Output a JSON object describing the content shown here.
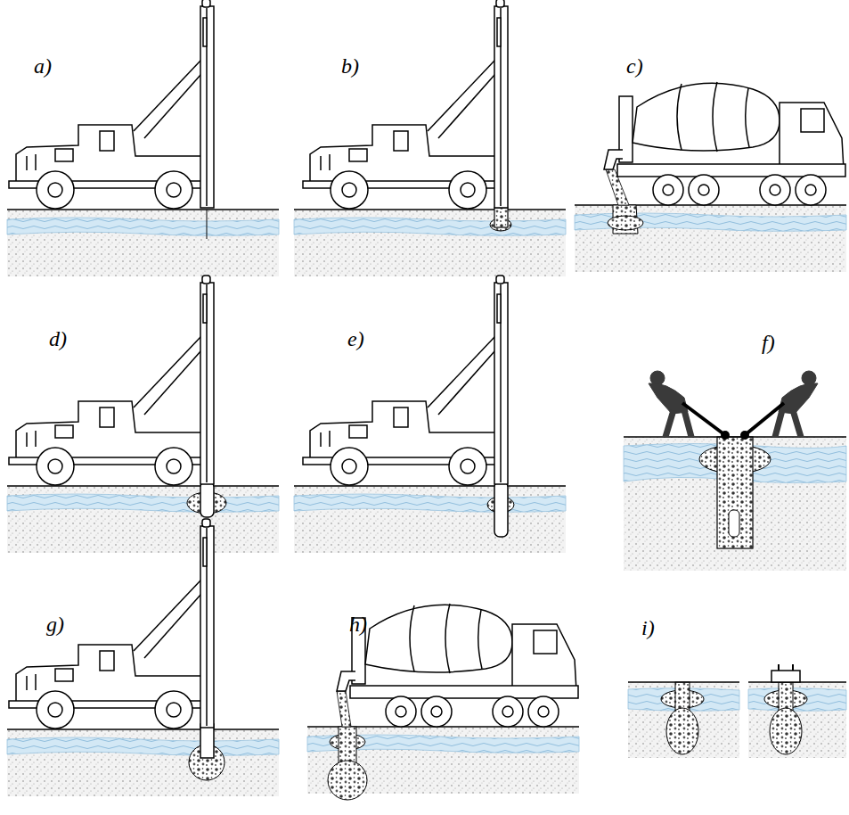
{
  "diagram": {
    "labels": [
      "a)",
      "b)",
      "c)",
      "d)",
      "e)",
      "f)",
      "g)",
      "h)",
      "i)"
    ]
  }
}
